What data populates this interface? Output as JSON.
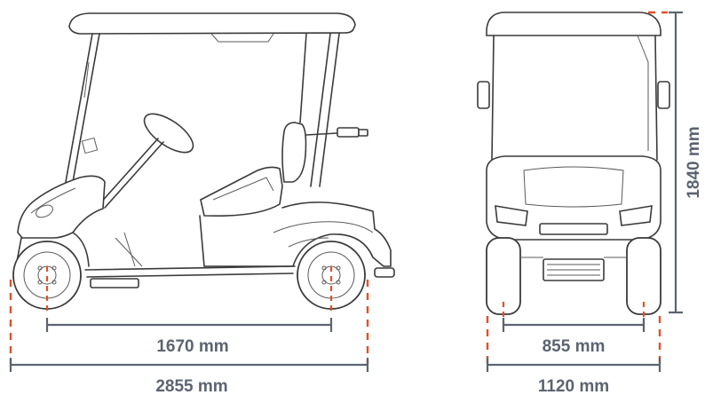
{
  "dimensions": {
    "wheelbase": "1670 mm",
    "overall_length": "2855 mm",
    "track_width": "855 mm",
    "overall_width": "1120 mm",
    "overall_height": "1840 mm"
  },
  "colors": {
    "dimension_line": "#5b6470",
    "extension_line": "#e0502a",
    "drawing_stroke": "#3a3a3a"
  }
}
